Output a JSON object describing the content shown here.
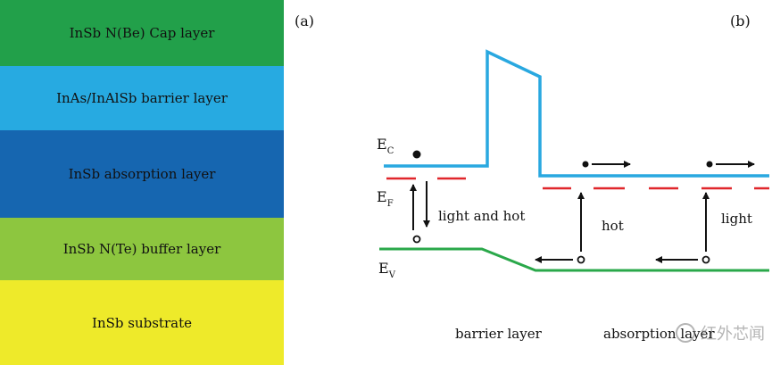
{
  "panel_a": {
    "label": "(a)",
    "layers": [
      {
        "name": "InSb N(Be) Cap layer",
        "color": "#22a04a"
      },
      {
        "name": "InAs/InAlSb barrier layer",
        "color": "#27aae1"
      },
      {
        "name": "InSb absorption layer",
        "color": "#1666b0"
      },
      {
        "name": "InSb N(Te) buffer layer",
        "color": "#8dc63f"
      },
      {
        "name": "InSb substrate",
        "color": "#eeea2a"
      }
    ]
  },
  "panel_b": {
    "label": "(b)",
    "labels": {
      "ec": "E",
      "ec_sub": "C",
      "ef": "E",
      "ef_sub": "F",
      "ev": "E",
      "ev_sub": "V",
      "light_and_hot": "light and hot",
      "hot": "hot",
      "light": "light",
      "barrier_layer": "barrier layer",
      "absorption_layer": "absorption layer"
    },
    "colors": {
      "conduction_band": "#29a8e0",
      "valence_band": "#2aa84a",
      "fermi_level": "#e0262b"
    }
  },
  "watermark": {
    "text": "红外芯闻"
  }
}
